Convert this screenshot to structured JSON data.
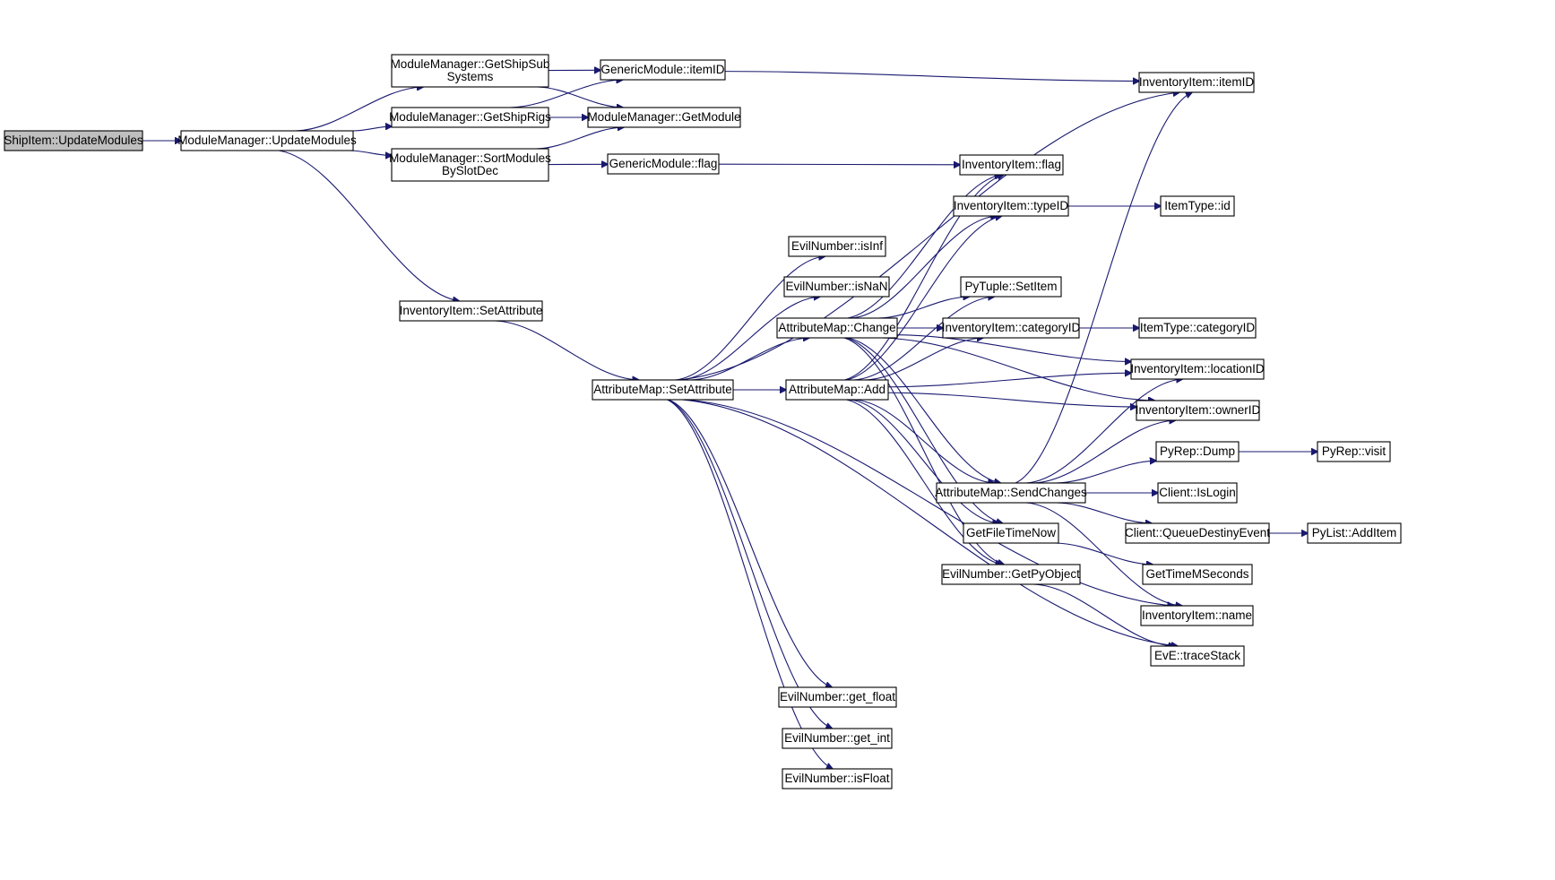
{
  "graph": {
    "nodes": [
      {
        "id": "n0",
        "lines": [
          "ShipItem::UpdateModules"
        ],
        "root": true
      },
      {
        "id": "n1",
        "lines": [
          "ModuleManager::UpdateModules"
        ]
      },
      {
        "id": "n2",
        "lines": [
          "ModuleManager::GetShipSub",
          "Systems"
        ]
      },
      {
        "id": "n3",
        "lines": [
          "ModuleManager::GetShipRigs"
        ]
      },
      {
        "id": "n4",
        "lines": [
          "ModuleManager::SortModules",
          "BySlotDec"
        ]
      },
      {
        "id": "n5",
        "lines": [
          "InventoryItem::SetAttribute"
        ]
      },
      {
        "id": "n6",
        "lines": [
          "GenericModule::itemID"
        ]
      },
      {
        "id": "n7",
        "lines": [
          "ModuleManager::GetModule"
        ]
      },
      {
        "id": "n8",
        "lines": [
          "GenericModule::flag"
        ]
      },
      {
        "id": "n9",
        "lines": [
          "AttributeMap::SetAttribute"
        ]
      },
      {
        "id": "n10",
        "lines": [
          "EvilNumber::isInf"
        ]
      },
      {
        "id": "n11",
        "lines": [
          "EvilNumber::isNaN"
        ]
      },
      {
        "id": "n12",
        "lines": [
          "AttributeMap::Change"
        ]
      },
      {
        "id": "n13",
        "lines": [
          "AttributeMap::Add"
        ]
      },
      {
        "id": "n14",
        "lines": [
          "EvilNumber::get_float"
        ]
      },
      {
        "id": "n15",
        "lines": [
          "EvilNumber::get_int"
        ]
      },
      {
        "id": "n16",
        "lines": [
          "EvilNumber::isFloat"
        ]
      },
      {
        "id": "n17",
        "lines": [
          "InventoryItem::flag"
        ]
      },
      {
        "id": "n18",
        "lines": [
          "InventoryItem::typeID"
        ]
      },
      {
        "id": "n19",
        "lines": [
          "PyTuple::SetItem"
        ]
      },
      {
        "id": "n20",
        "lines": [
          "InventoryItem::categoryID"
        ]
      },
      {
        "id": "n21",
        "lines": [
          "AttributeMap::SendChanges"
        ]
      },
      {
        "id": "n22",
        "lines": [
          "GetFileTimeNow"
        ]
      },
      {
        "id": "n23",
        "lines": [
          "EvilNumber::GetPyObject"
        ]
      },
      {
        "id": "n24",
        "lines": [
          "InventoryItem::itemID"
        ]
      },
      {
        "id": "n25",
        "lines": [
          "ItemType::id"
        ]
      },
      {
        "id": "n26",
        "lines": [
          "ItemType::categoryID"
        ]
      },
      {
        "id": "n27",
        "lines": [
          "InventoryItem::locationID"
        ]
      },
      {
        "id": "n28",
        "lines": [
          "InventoryItem::ownerID"
        ]
      },
      {
        "id": "n29",
        "lines": [
          "PyRep::Dump"
        ]
      },
      {
        "id": "n30",
        "lines": [
          "Client::IsLogin"
        ]
      },
      {
        "id": "n31",
        "lines": [
          "Client::QueueDestinyEvent"
        ]
      },
      {
        "id": "n32",
        "lines": [
          "GetTimeMSeconds"
        ]
      },
      {
        "id": "n33",
        "lines": [
          "InventoryItem::name"
        ]
      },
      {
        "id": "n34",
        "lines": [
          "EvE::traceStack"
        ]
      },
      {
        "id": "n35",
        "lines": [
          "PyRep::visit"
        ]
      },
      {
        "id": "n36",
        "lines": [
          "PyList::AddItem"
        ]
      }
    ],
    "edges": [
      [
        "n0",
        "n1"
      ],
      [
        "n1",
        "n2"
      ],
      [
        "n1",
        "n3"
      ],
      [
        "n1",
        "n4"
      ],
      [
        "n1",
        "n5"
      ],
      [
        "n2",
        "n6"
      ],
      [
        "n2",
        "n7"
      ],
      [
        "n3",
        "n6"
      ],
      [
        "n3",
        "n7"
      ],
      [
        "n4",
        "n7"
      ],
      [
        "n4",
        "n8"
      ],
      [
        "n5",
        "n9"
      ],
      [
        "n6",
        "n24"
      ],
      [
        "n8",
        "n17"
      ],
      [
        "n9",
        "n10"
      ],
      [
        "n9",
        "n11"
      ],
      [
        "n9",
        "n12"
      ],
      [
        "n9",
        "n13"
      ],
      [
        "n9",
        "n14"
      ],
      [
        "n9",
        "n15"
      ],
      [
        "n9",
        "n16"
      ],
      [
        "n9",
        "n24"
      ],
      [
        "n9",
        "n33"
      ],
      [
        "n9",
        "n34"
      ],
      [
        "n12",
        "n17"
      ],
      [
        "n12",
        "n18"
      ],
      [
        "n12",
        "n19"
      ],
      [
        "n12",
        "n20"
      ],
      [
        "n12",
        "n21"
      ],
      [
        "n12",
        "n22"
      ],
      [
        "n12",
        "n23"
      ],
      [
        "n12",
        "n27"
      ],
      [
        "n12",
        "n28"
      ],
      [
        "n13",
        "n17"
      ],
      [
        "n13",
        "n18"
      ],
      [
        "n13",
        "n19"
      ],
      [
        "n13",
        "n20"
      ],
      [
        "n13",
        "n21"
      ],
      [
        "n13",
        "n22"
      ],
      [
        "n13",
        "n23"
      ],
      [
        "n13",
        "n27"
      ],
      [
        "n13",
        "n28"
      ],
      [
        "n18",
        "n25"
      ],
      [
        "n20",
        "n26"
      ],
      [
        "n21",
        "n24"
      ],
      [
        "n21",
        "n27"
      ],
      [
        "n21",
        "n28"
      ],
      [
        "n21",
        "n29"
      ],
      [
        "n21",
        "n30"
      ],
      [
        "n21",
        "n31"
      ],
      [
        "n21",
        "n33"
      ],
      [
        "n22",
        "n32"
      ],
      [
        "n23",
        "n34"
      ],
      [
        "n29",
        "n35"
      ],
      [
        "n31",
        "n36"
      ]
    ]
  }
}
